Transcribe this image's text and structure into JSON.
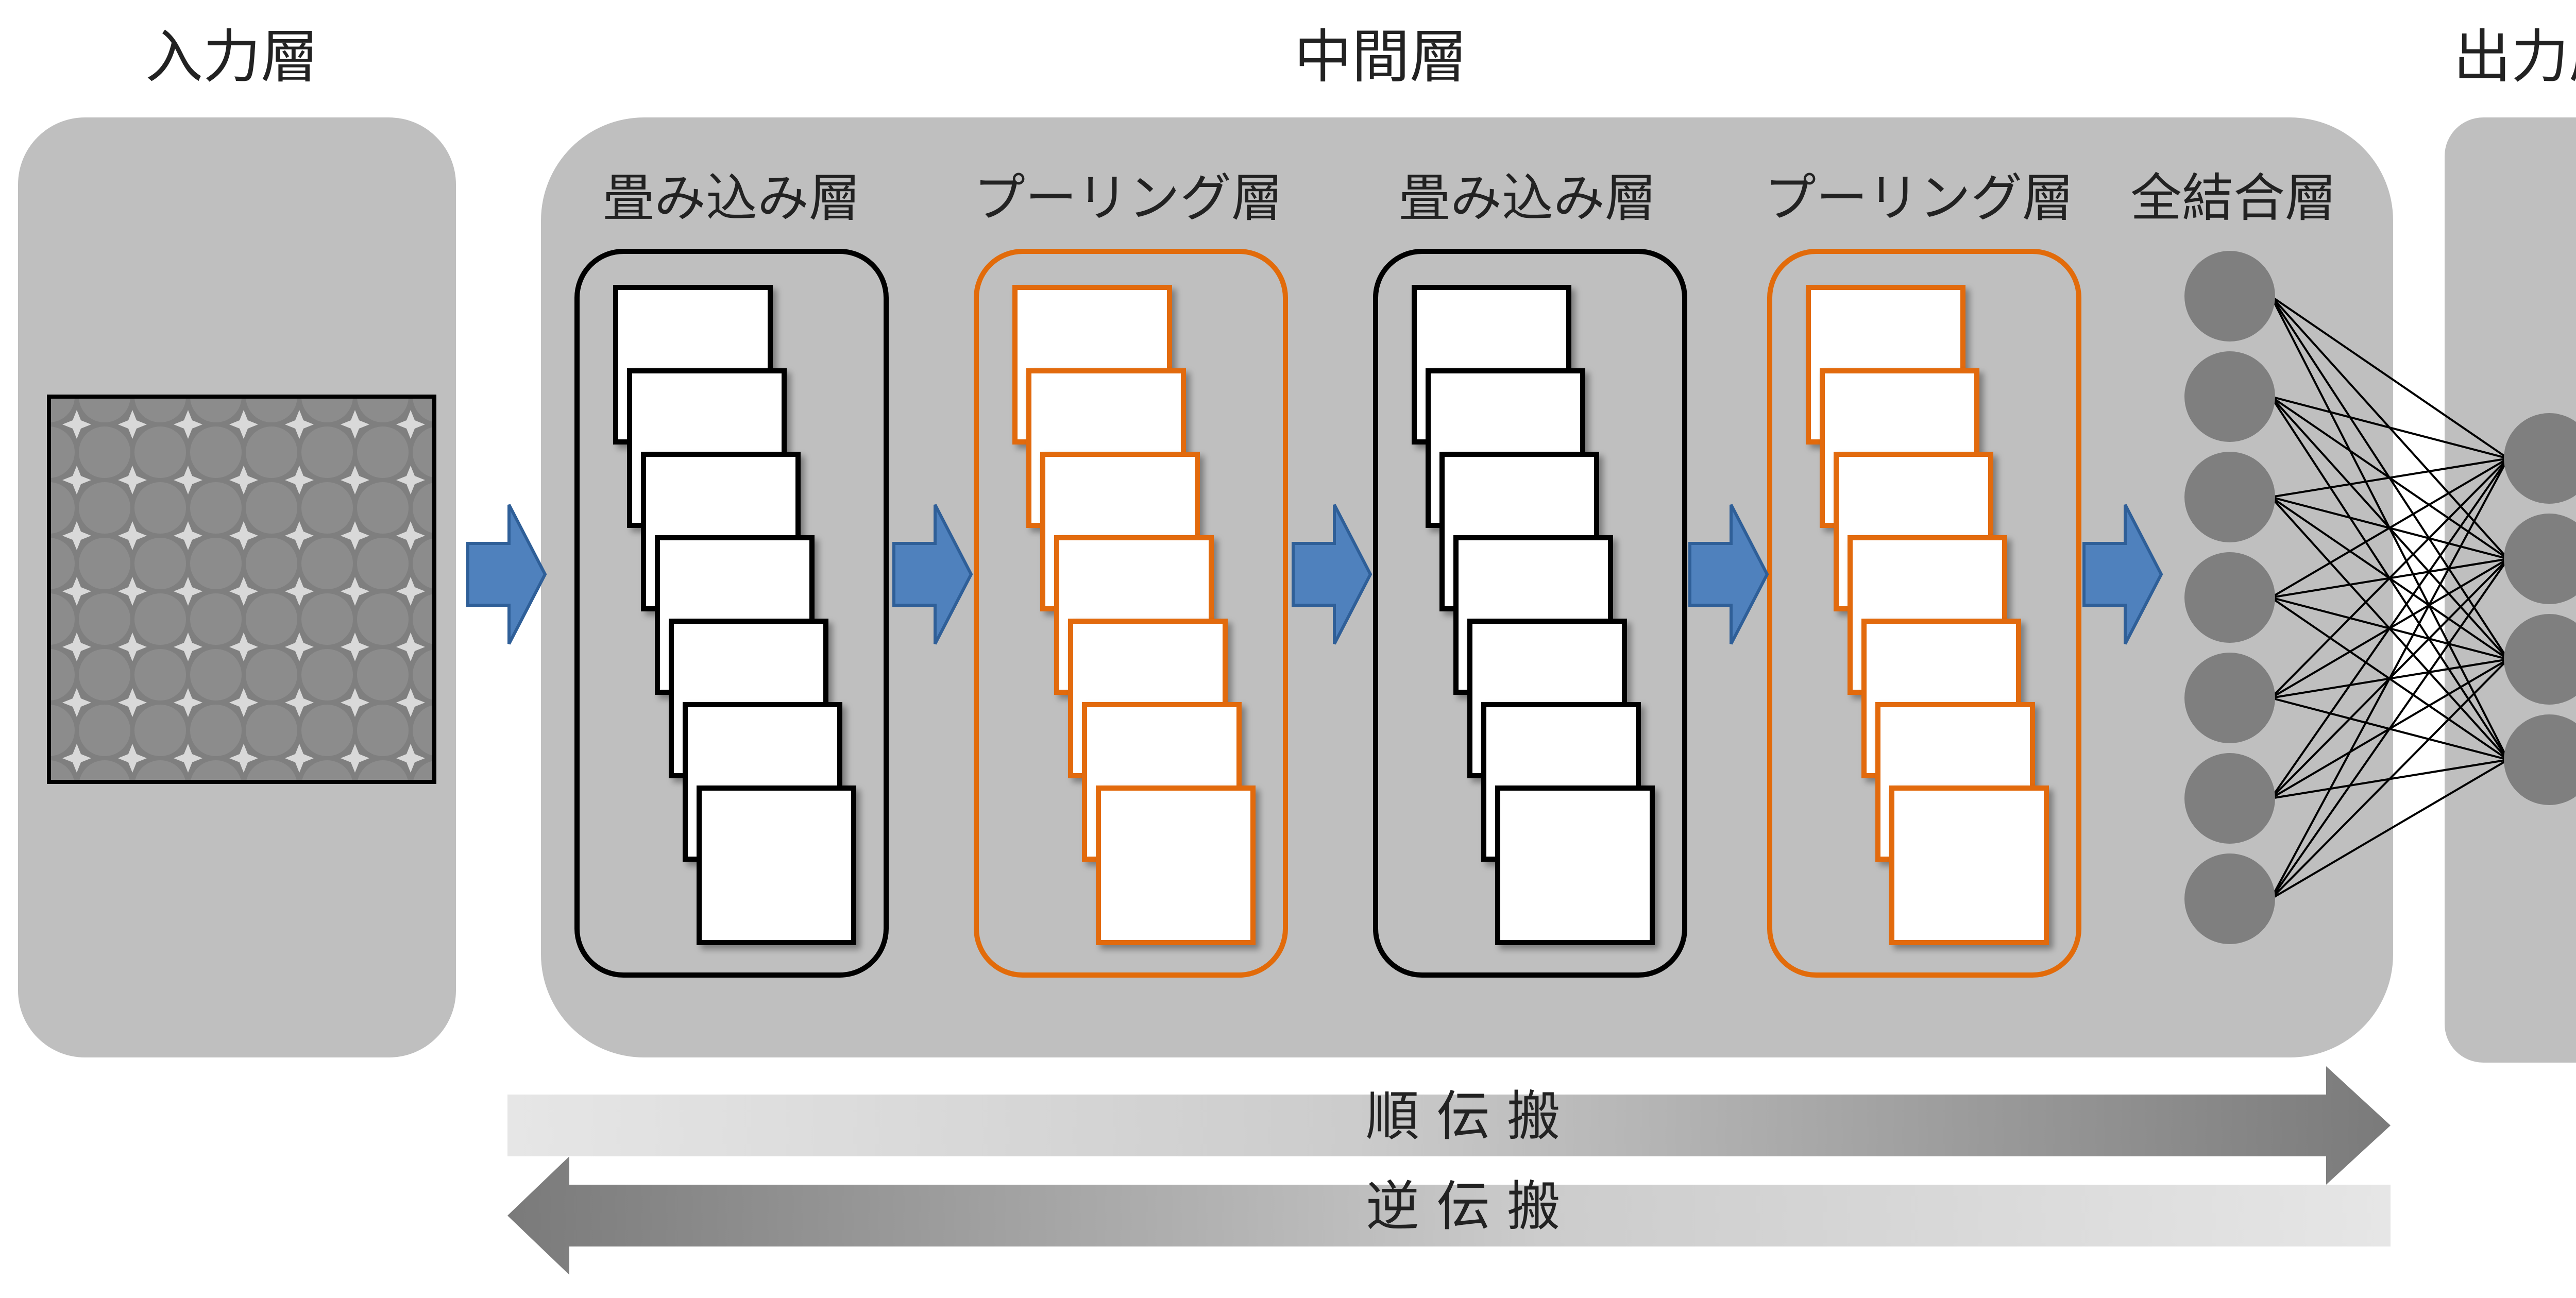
{
  "sections": {
    "input": "入力層",
    "middle": "中間層",
    "output": "出力層"
  },
  "layers": [
    {
      "label": "畳み込み層",
      "kind": "conv",
      "color": "#000000",
      "maps": 7
    },
    {
      "label": "プーリング層",
      "kind": "pool",
      "color": "#e26b0a",
      "maps": 7
    },
    {
      "label": "畳み込み層",
      "kind": "conv",
      "color": "#000000",
      "maps": 7
    },
    {
      "label": "プーリング層",
      "kind": "pool",
      "color": "#e26b0a",
      "maps": 7
    },
    {
      "label": "全結合層",
      "kind": "fc",
      "color": "#7f7f7f",
      "nodes": 7
    }
  ],
  "output_nodes": 4,
  "propagation": {
    "forward": "順 伝 搬",
    "backward": "逆 伝 搬"
  },
  "colors": {
    "panel": "#bfbfbf",
    "arrow": "#4f81bd",
    "orange": "#e26b0a",
    "node": "#7f7f7f",
    "input_grid": "#7f7f7f"
  }
}
